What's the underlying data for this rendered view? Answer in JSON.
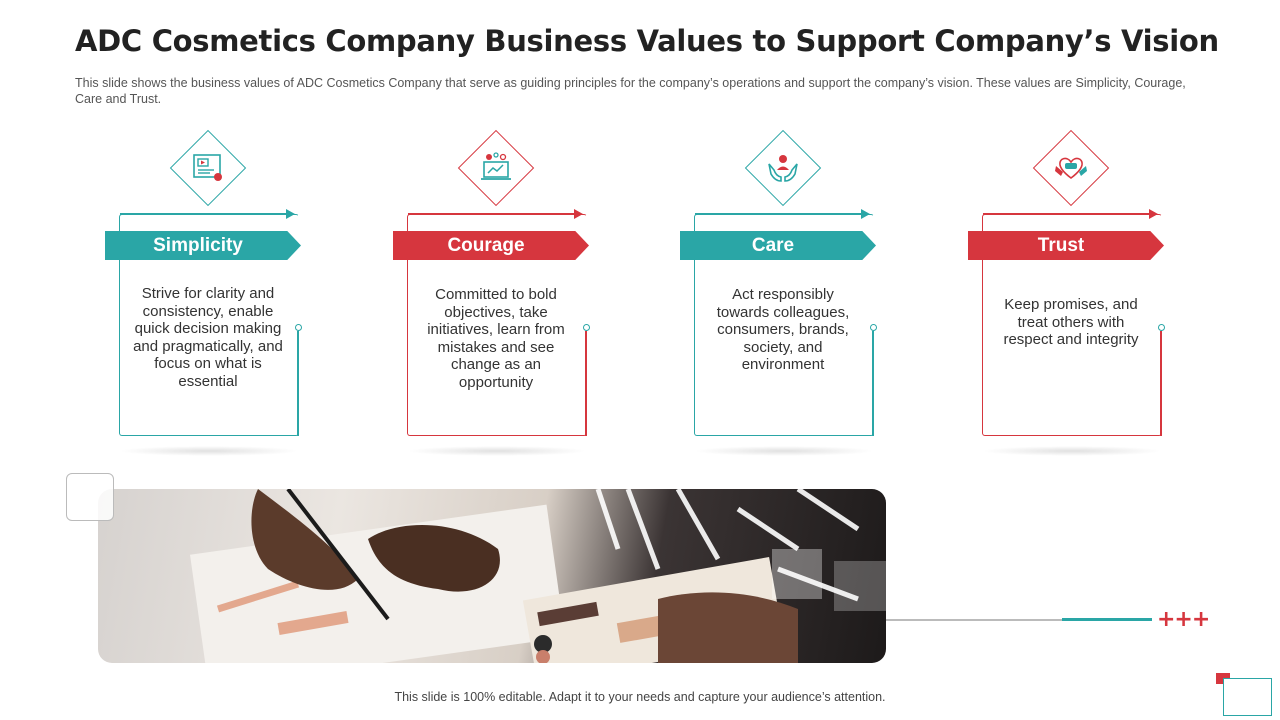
{
  "title": "ADC Cosmetics Company Business Values to Support Company’s Vision",
  "subtitle": "This slide shows the business values of ADC Cosmetics Company that serve as guiding principles for the company’s operations and support the company’s vision. These values are Simplicity, Courage, Care and Trust.",
  "colors": {
    "teal": "#2aa6a6",
    "red": "#d6363e"
  },
  "values": [
    {
      "label": "Simplicity",
      "icon": "presentation-screen-icon",
      "text": "Strive for clarity and consistency, enable quick decision making and pragmatically, and focus on what is essential"
    },
    {
      "label": "Courage",
      "icon": "laptop-ideas-icon",
      "text": "Committed to bold objectives, take initiatives, learn from mistakes and see change as an opportunity"
    },
    {
      "label": "Care",
      "icon": "hands-person-icon",
      "text": "Act responsibly towards colleagues, consumers, brands, society, and environment"
    },
    {
      "label": "Trust",
      "icon": "handshake-heart-icon",
      "text": "Keep promises, and treat others with respect and integrity"
    }
  ],
  "footer": "This slide is 100% editable. Adapt it to your needs and capture your audience’s attention.",
  "decor": {
    "plus_signs": "+++"
  }
}
